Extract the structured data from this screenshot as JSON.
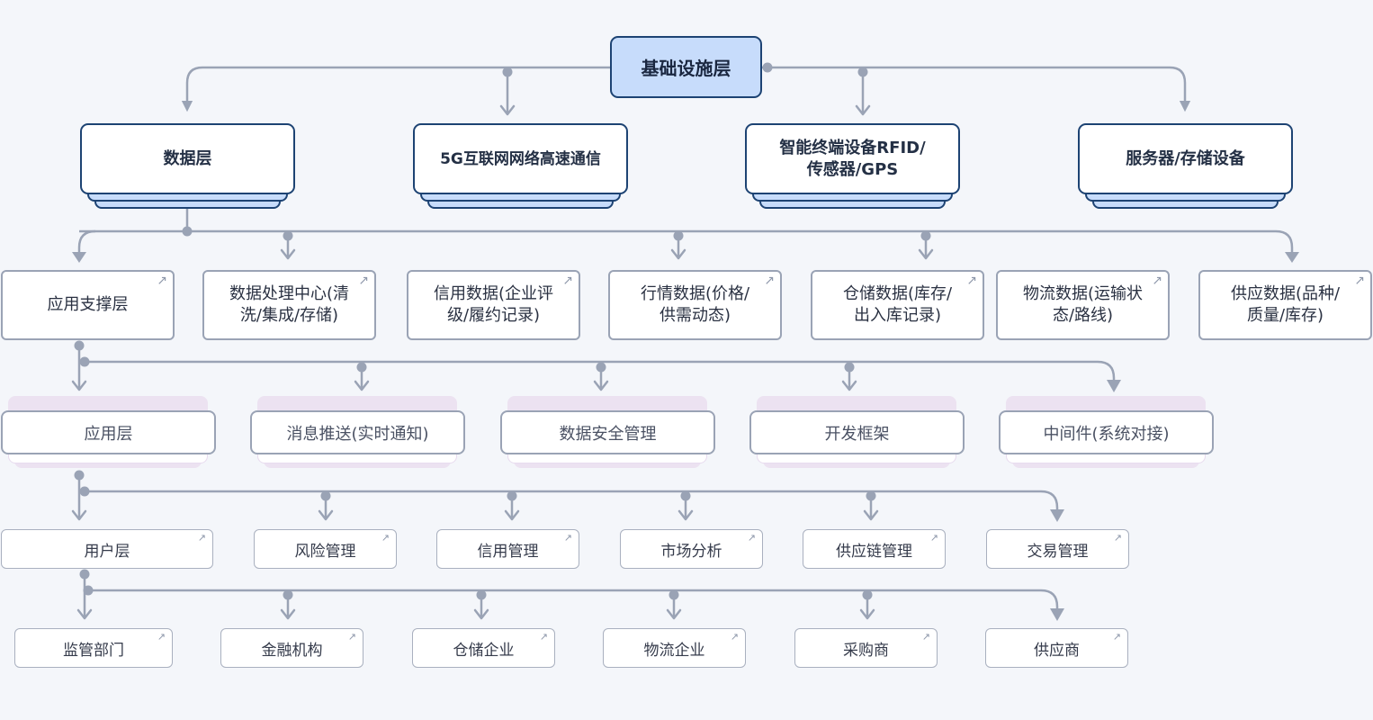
{
  "root": {
    "label": "基础设施层"
  },
  "infrastructure": [
    {
      "label": "数据层"
    },
    {
      "label": "5G互联网网络高速通信"
    },
    {
      "label": "智能终端设备RFID/\n传感器/GPS"
    },
    {
      "label": "服务器/存储设备"
    }
  ],
  "support": [
    {
      "label": "应用支撑层"
    },
    {
      "label": "数据处理中心(清\n洗/集成/存储)"
    },
    {
      "label": "信用数据(企业评\n级/履约记录)"
    },
    {
      "label": "行情数据(价格/\n供需动态)"
    },
    {
      "label": "仓储数据(库存/\n出入库记录)"
    },
    {
      "label": "物流数据(运输状\n态/路线)"
    },
    {
      "label": "供应数据(品种/\n质量/库存)"
    }
  ],
  "application": [
    {
      "label": "应用层"
    },
    {
      "label": "消息推送(实时通知)"
    },
    {
      "label": "数据安全管理"
    },
    {
      "label": "开发框架"
    },
    {
      "label": "中间件(系统对接)"
    }
  ],
  "user": [
    {
      "label": "用户层"
    },
    {
      "label": "风险管理"
    },
    {
      "label": "信用管理"
    },
    {
      "label": "市场分析"
    },
    {
      "label": "供应链管理"
    },
    {
      "label": "交易管理"
    }
  ],
  "entities": [
    {
      "label": "监管部门"
    },
    {
      "label": "金融机构"
    },
    {
      "label": "仓储企业"
    },
    {
      "label": "物流企业"
    },
    {
      "label": "采购商"
    },
    {
      "label": "供应商"
    }
  ],
  "colors": {
    "root_fill": "#c7dcfb",
    "dark_border": "#1d4373",
    "connector": "#9aa3b5",
    "app_shadow": "#ece2f1"
  },
  "icons": {
    "expand": "arrow-up-right-icon"
  }
}
